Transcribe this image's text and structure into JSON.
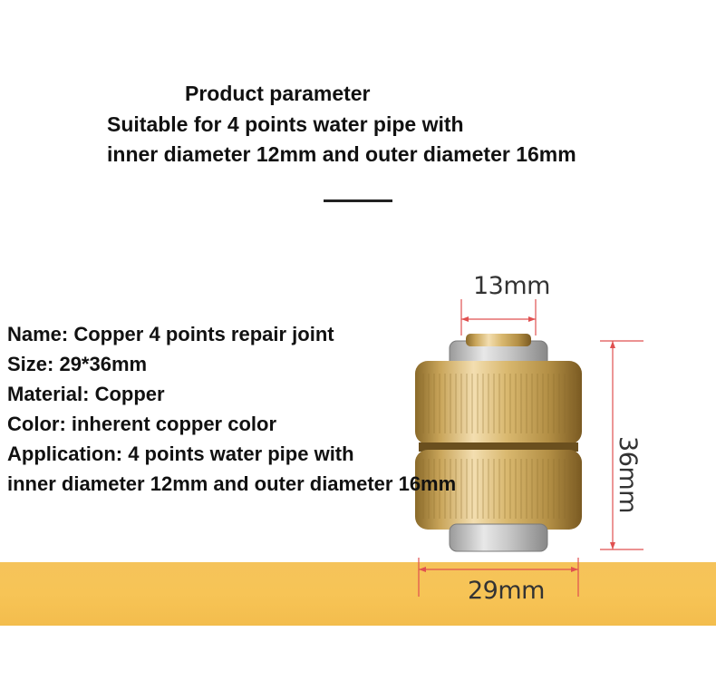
{
  "header": {
    "title": "Product parameter",
    "suitable_line1": "Suitable for 4 points water pipe with",
    "suitable_line2": "inner diameter 12mm and outer diameter 16mm"
  },
  "specs": [
    "Name: Copper 4 points repair joint",
    "Size: 29*36mm",
    "Material: Copper",
    "Color: inherent copper color",
    "Application: 4 points water pipe with",
    "inner diameter 12mm and outer diameter 16mm"
  ],
  "dimensions": {
    "top_width": "13mm",
    "height": "36mm",
    "bottom_width": "29mm"
  },
  "colors": {
    "band": "#f5c35a",
    "brass": "#d8b86a",
    "dimension_line": "#e05050"
  }
}
